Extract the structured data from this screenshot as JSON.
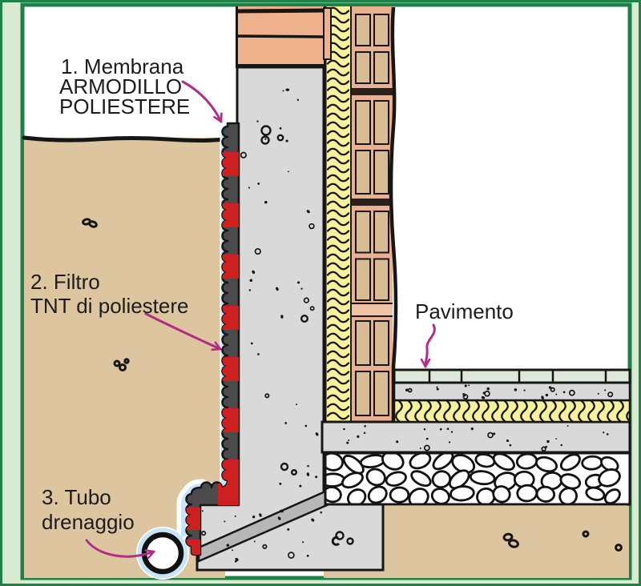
{
  "figure": {
    "type": "construction-detail-diagram",
    "subject": "basement wall waterproofing and drainage detail"
  },
  "labels": {
    "membrane": {
      "line1": "1. Membrana",
      "line2": "ARMODILLO",
      "line3": "POLIESTERE"
    },
    "filter": {
      "line1": "2. Filtro",
      "line2": "TNT di poliestere"
    },
    "drain": {
      "line1": "3. Tubo",
      "line2": "drenaggio"
    },
    "floor": {
      "label": "Pavimento"
    }
  },
  "colors": {
    "frame_green": "#1f8048",
    "frame_light": "#d9ead2",
    "white": "#ffffff",
    "ink": "#161616",
    "soil": "#ddc69f",
    "concrete": "#d9d9d9",
    "band_gray": "#b7b7b7",
    "membrane_gray": "#4b4b4b",
    "membrane_red": "#cf2020",
    "filter_blue": "#c6e6f7",
    "insulation_yellow": "#f7f19b",
    "brick_salmon": "#efb28d",
    "block_salmon": "#eab090",
    "block_core": "#d9bc93",
    "block_joint_dark": "#2c211a",
    "mortar_salmon": "#eec2a3",
    "tile_green": "#dfe9da",
    "arrow_magenta": "#b02e86"
  }
}
